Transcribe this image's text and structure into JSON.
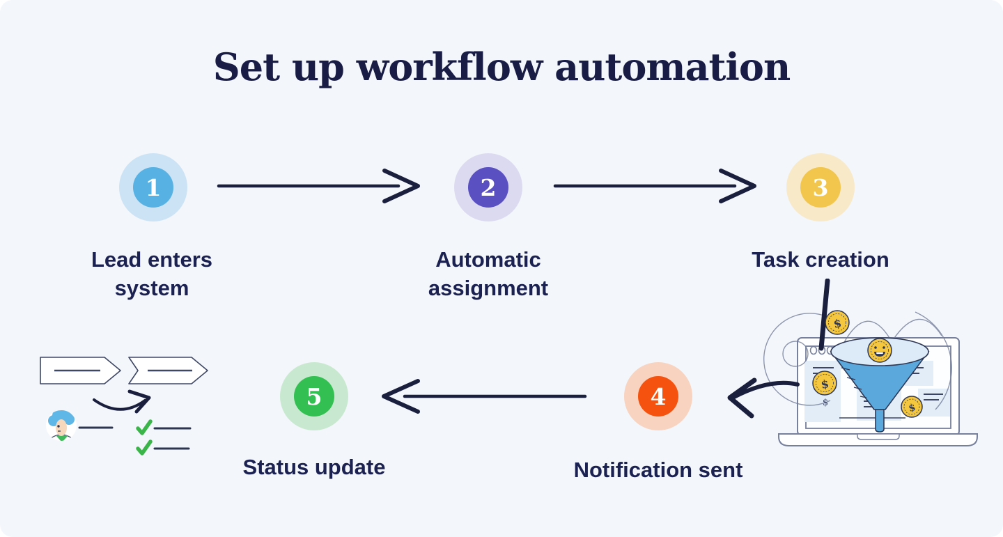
{
  "title": "Set up workflow automation",
  "colors": {
    "background": "#f3f6fa",
    "text_navy": "#1b2150",
    "arrow_navy": "#1a1f3d"
  },
  "steps": [
    {
      "number": "1",
      "label": "Lead enters\nsystem",
      "circle_color": "#57b1e3",
      "halo_color": "#cbe3f5"
    },
    {
      "number": "2",
      "label": "Automatic\nassignment",
      "circle_color": "#5a50c2",
      "halo_color": "#dcdaf1"
    },
    {
      "number": "3",
      "label": "Task creation",
      "circle_color": "#f2c64d",
      "halo_color": "#f8e9c8"
    },
    {
      "number": "4",
      "label": "Notification sent",
      "circle_color": "#f4520e",
      "halo_color": "#f8d3bf"
    },
    {
      "number": "5",
      "label": "Status update",
      "circle_color": "#33bf52",
      "halo_color": "#c8e9cf"
    }
  ],
  "arrows": [
    {
      "from": "1",
      "to": "2"
    },
    {
      "from": "2",
      "to": "3"
    },
    {
      "from": "3",
      "to": "4"
    },
    {
      "from": "4",
      "to": "5"
    }
  ],
  "illustration": {
    "coin_symbol": "$",
    "funnel_laptop": "laptop with sales funnel and dollar coins",
    "checklist": "process chevrons, avatar and checked list"
  }
}
